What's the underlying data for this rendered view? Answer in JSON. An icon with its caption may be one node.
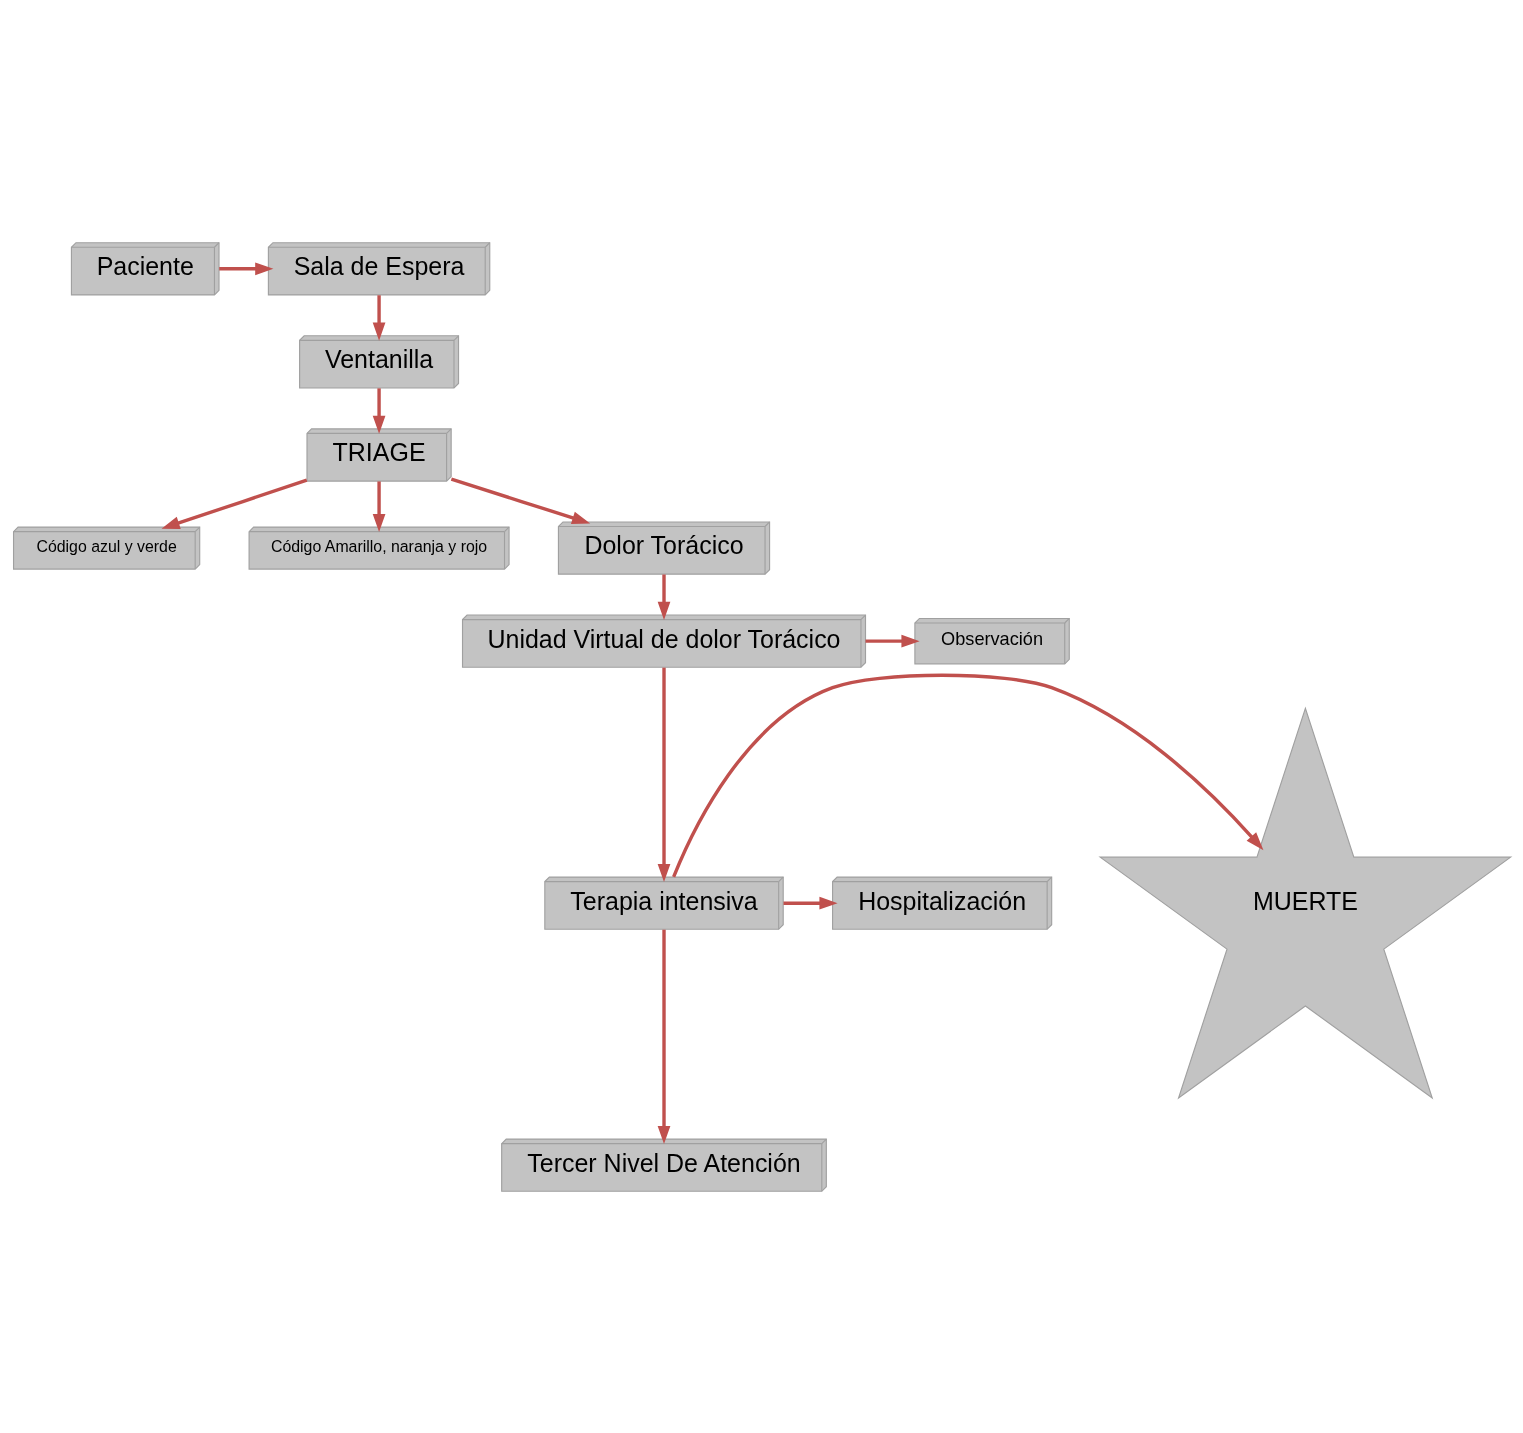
{
  "diagram": {
    "nodes": [
      {
        "text": [
          "Paciente"
        ]
      },
      {
        "text": [
          "Sala de Espera"
        ]
      },
      {
        "text": [
          "Ventanilla"
        ]
      },
      {
        "text": [
          "TRIAGE"
        ]
      },
      {
        "text": [
          "Código azul y verde"
        ]
      },
      {
        "text": [
          "Código Amarillo, naranja y rojo"
        ]
      },
      {
        "text": [
          "Dolor Torácico"
        ]
      },
      {
        "text": [
          "Unidad Virtual de dolor Torácico"
        ]
      },
      {
        "text": [
          "Observación"
        ]
      },
      {
        "text": [
          "MUERTE"
        ]
      },
      {
        "text": [
          "Terapia intensiva"
        ]
      },
      {
        "text": [
          "Hospitalización"
        ]
      },
      {
        "text": [
          "Tercer Nivel De Atención"
        ]
      }
    ],
    "edges": [
      {
        "from": 0,
        "to": 1,
        "arrow": "to"
      },
      {
        "from": 1,
        "to": 2,
        "arrow": "to"
      },
      {
        "from": 2,
        "to": 3,
        "arrow": "to"
      },
      {
        "from": 3,
        "to": 4,
        "arrow": "to"
      },
      {
        "from": 3,
        "to": 5,
        "arrow": "to"
      },
      {
        "from": 3,
        "to": 6,
        "arrow": "to"
      },
      {
        "from": 6,
        "to": 7,
        "arrow": "to"
      },
      {
        "from": 7,
        "to": 8,
        "arrow": "to"
      },
      {
        "from": 7,
        "to": 10,
        "arrow": "to"
      },
      {
        "from": 10,
        "to": 9,
        "arrow": "to"
      },
      {
        "from": 10,
        "to": 11,
        "arrow": "to"
      },
      {
        "from": 10,
        "to": 12,
        "arrow": "to"
      }
    ]
  }
}
